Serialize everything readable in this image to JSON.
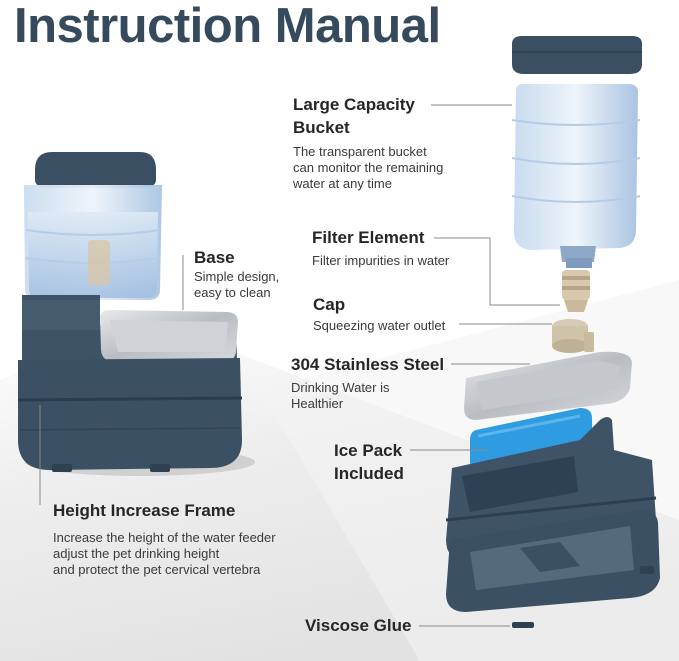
{
  "title": "Instruction Manual",
  "labels": {
    "bucket": {
      "name_lines": [
        "Large Capacity",
        "Bucket"
      ],
      "desc_lines": [
        "The transparent bucket",
        "can monitor the remaining",
        "water at any time"
      ]
    },
    "filter": {
      "name": "Filter Element",
      "desc_lines": [
        "Filter impurities in water"
      ]
    },
    "cap": {
      "name": "Cap",
      "desc_lines": [
        "Squeezing water outlet"
      ]
    },
    "steel": {
      "name": "304 Stainless Steel",
      "desc_lines": [
        "Drinking Water is",
        "Healthier"
      ]
    },
    "ice": {
      "name_lines": [
        "Ice Pack",
        "Included"
      ]
    },
    "base": {
      "name": "Base",
      "desc_lines": [
        "Simple design,",
        "easy to clean"
      ]
    },
    "frame": {
      "name": "Height Increase Frame",
      "desc_lines": [
        "Increase the height of the water feeder",
        "adjust the pet drinking height",
        "and protect the pet cervical vertebra"
      ]
    },
    "glue": {
      "name": "Viscose Glue"
    }
  },
  "colors": {
    "title": "#354a5d",
    "body_navy": "#3e5366",
    "body_dark": "#33485a",
    "ice_blue": "#2f9be0",
    "steel": "#c9ccd0",
    "floor": "#dcdcdc"
  }
}
